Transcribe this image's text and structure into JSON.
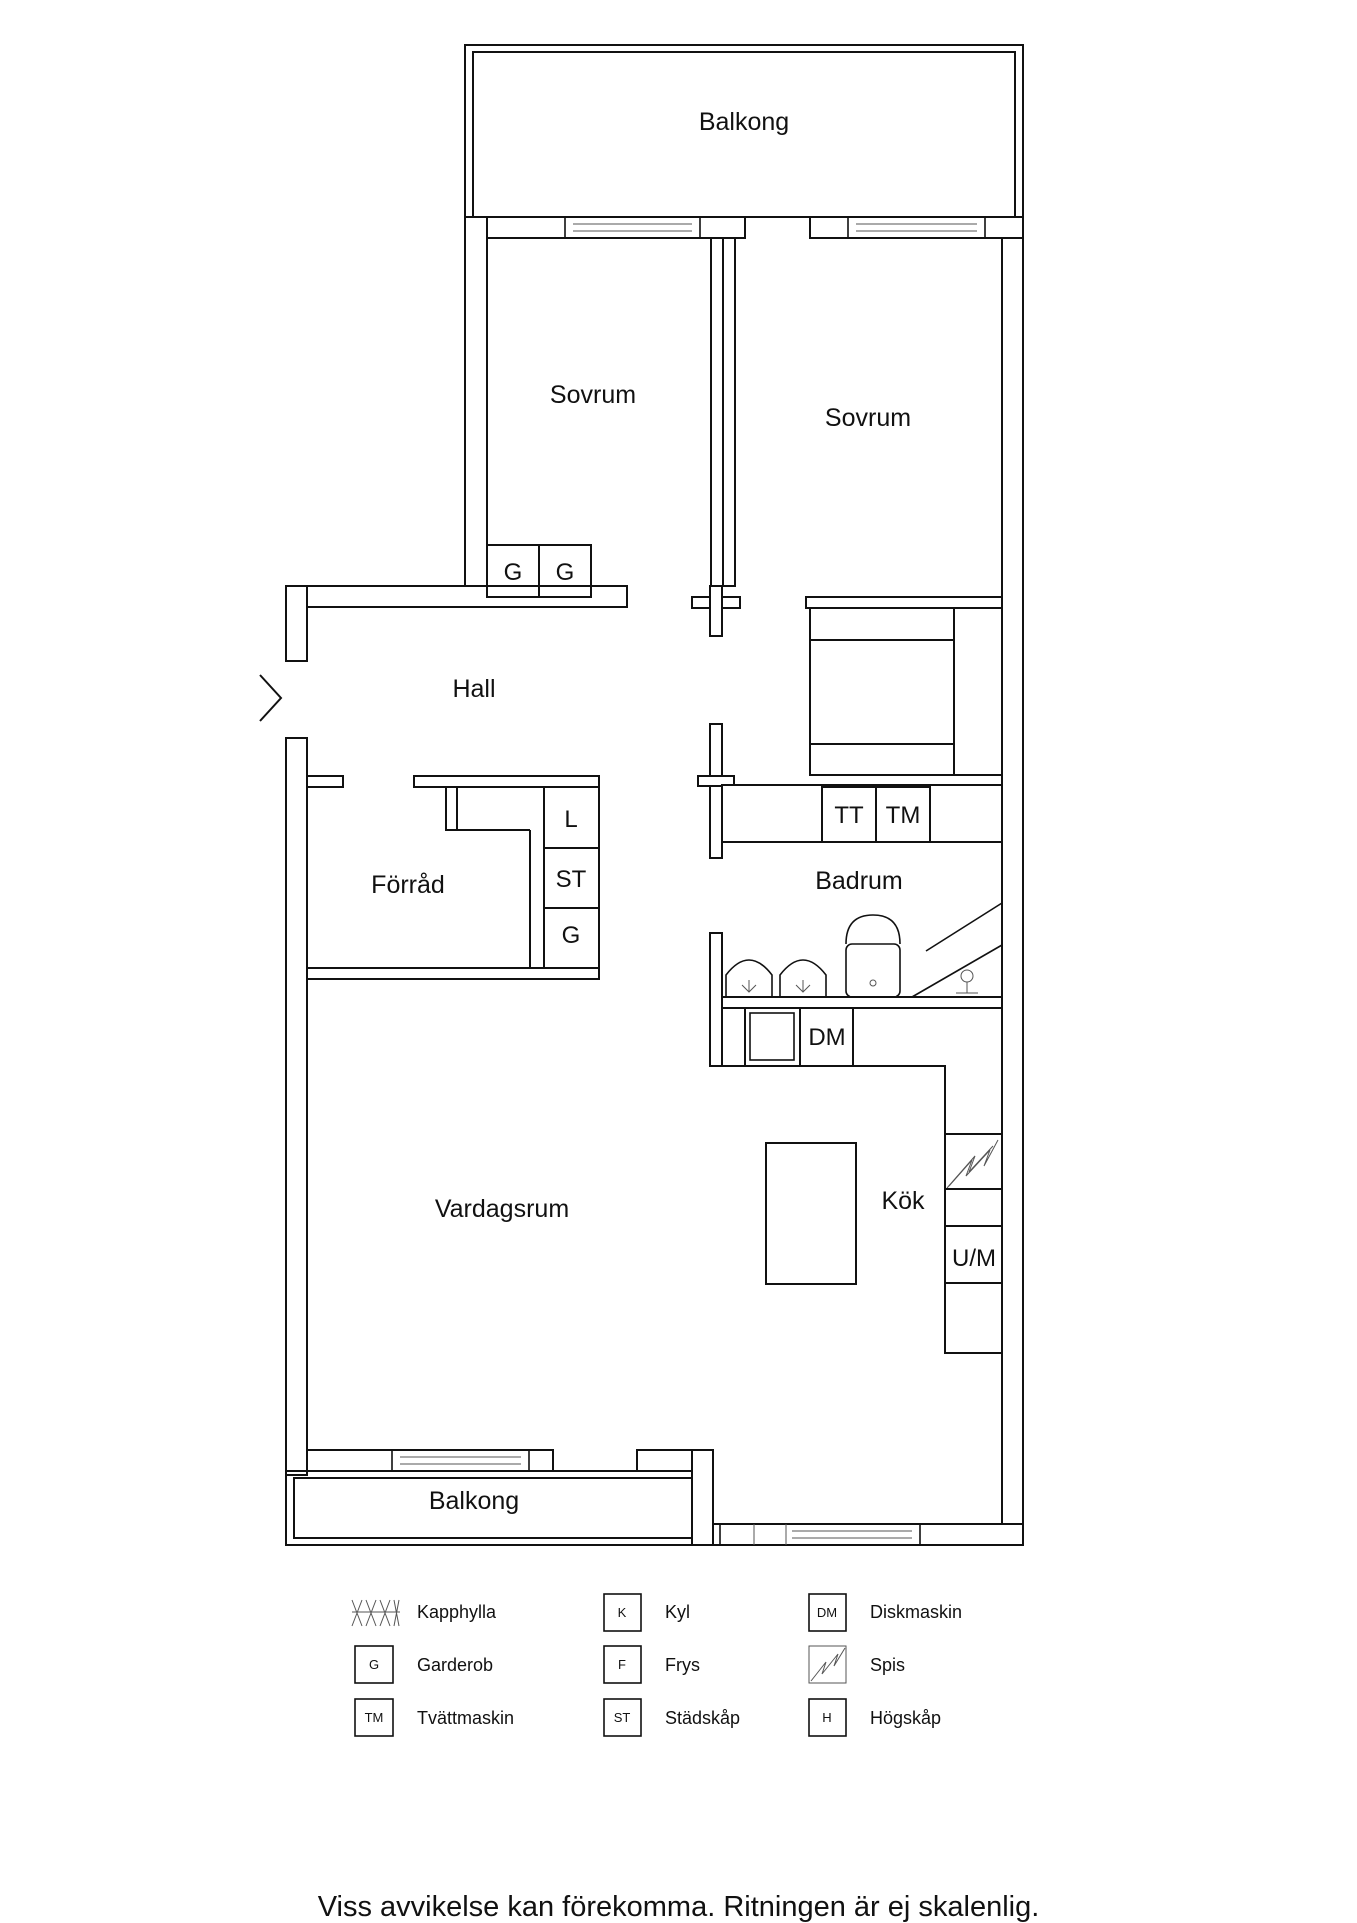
{
  "rooms": {
    "balkong_top": "Balkong",
    "sovrum_left": "Sovrum",
    "sovrum_right": "Sovrum",
    "hall": "Hall",
    "forrad": "Förråd",
    "badrum": "Badrum",
    "vardagsrum": "Vardagsrum",
    "kok": "Kök",
    "balkong_bottom": "Balkong"
  },
  "fixtures": {
    "g1": "G",
    "g2": "G",
    "l": "L",
    "st": "ST",
    "g3": "G",
    "tt": "TT",
    "tm": "TM",
    "dm": "DM",
    "um": "U/M"
  },
  "legend": [
    {
      "symbol": "",
      "label": "Kapphylla"
    },
    {
      "symbol": "K",
      "label": "Kyl"
    },
    {
      "symbol": "DM",
      "label": "Diskmaskin"
    },
    {
      "symbol": "G",
      "label": "Garderob"
    },
    {
      "symbol": "F",
      "label": "Frys"
    },
    {
      "symbol": "",
      "label": "Spis"
    },
    {
      "symbol": "TM",
      "label": "Tvättmaskin"
    },
    {
      "symbol": "ST",
      "label": "Städskåp"
    },
    {
      "symbol": "H",
      "label": "Högskåp"
    }
  ],
  "disclaimer": "Viss avvikelse kan förekomma. Ritningen är ej skalenlig."
}
